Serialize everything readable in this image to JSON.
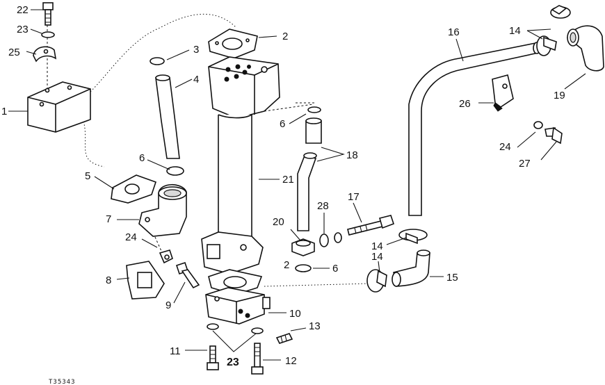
{
  "figure": {
    "id": "T35343",
    "callouts": {
      "c1": "1",
      "c2a": "2",
      "c2b": "2",
      "c3": "3",
      "c4": "4",
      "c5": "5",
      "c6a": "6",
      "c6b": "6",
      "c6c": "6",
      "c7": "7",
      "c8": "8",
      "c9": "9",
      "c10": "10",
      "c11": "11",
      "c12": "12",
      "c13": "13",
      "c14a": "14",
      "c14b": "14",
      "c14c": "14",
      "c15": "15",
      "c16": "16",
      "c17": "17",
      "c18": "18",
      "c19": "19",
      "c20": "20",
      "c21": "21",
      "c22": "22",
      "c23a": "23",
      "c23b": "23",
      "c24a": "24",
      "c24b": "24",
      "c25": "25",
      "c26": "26",
      "c27": "27",
      "c28": "28"
    }
  }
}
